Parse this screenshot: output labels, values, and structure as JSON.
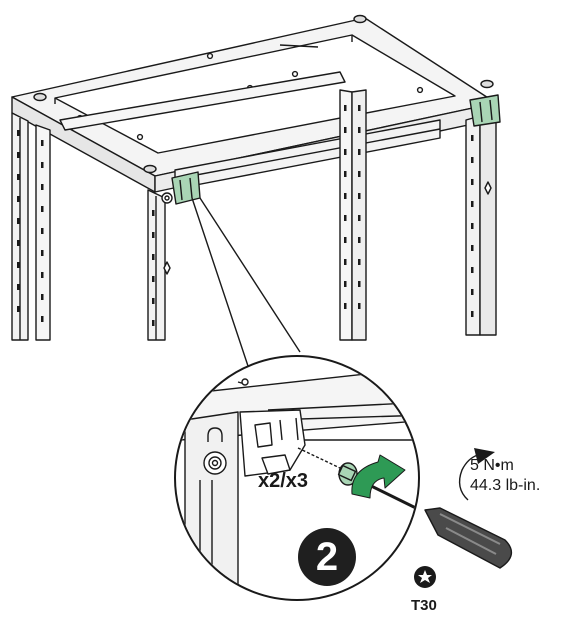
{
  "instruction": {
    "quantity_label": "x2/x3",
    "step_number": "2",
    "torque_metric": "5 N•m",
    "torque_imperial": "44.3 lb-in.",
    "bit_label": "T30"
  },
  "icons": {
    "bit_icon": "torx-icon",
    "tool_icon": "screwdriver-icon",
    "rotation_icon": "tighten-arrow-icon"
  },
  "colors": {
    "bracket_green": "#a9d5b5",
    "arrow_green": "#2e9a55",
    "line": "#1a1a1a",
    "step_badge": "#1f1f1f"
  }
}
